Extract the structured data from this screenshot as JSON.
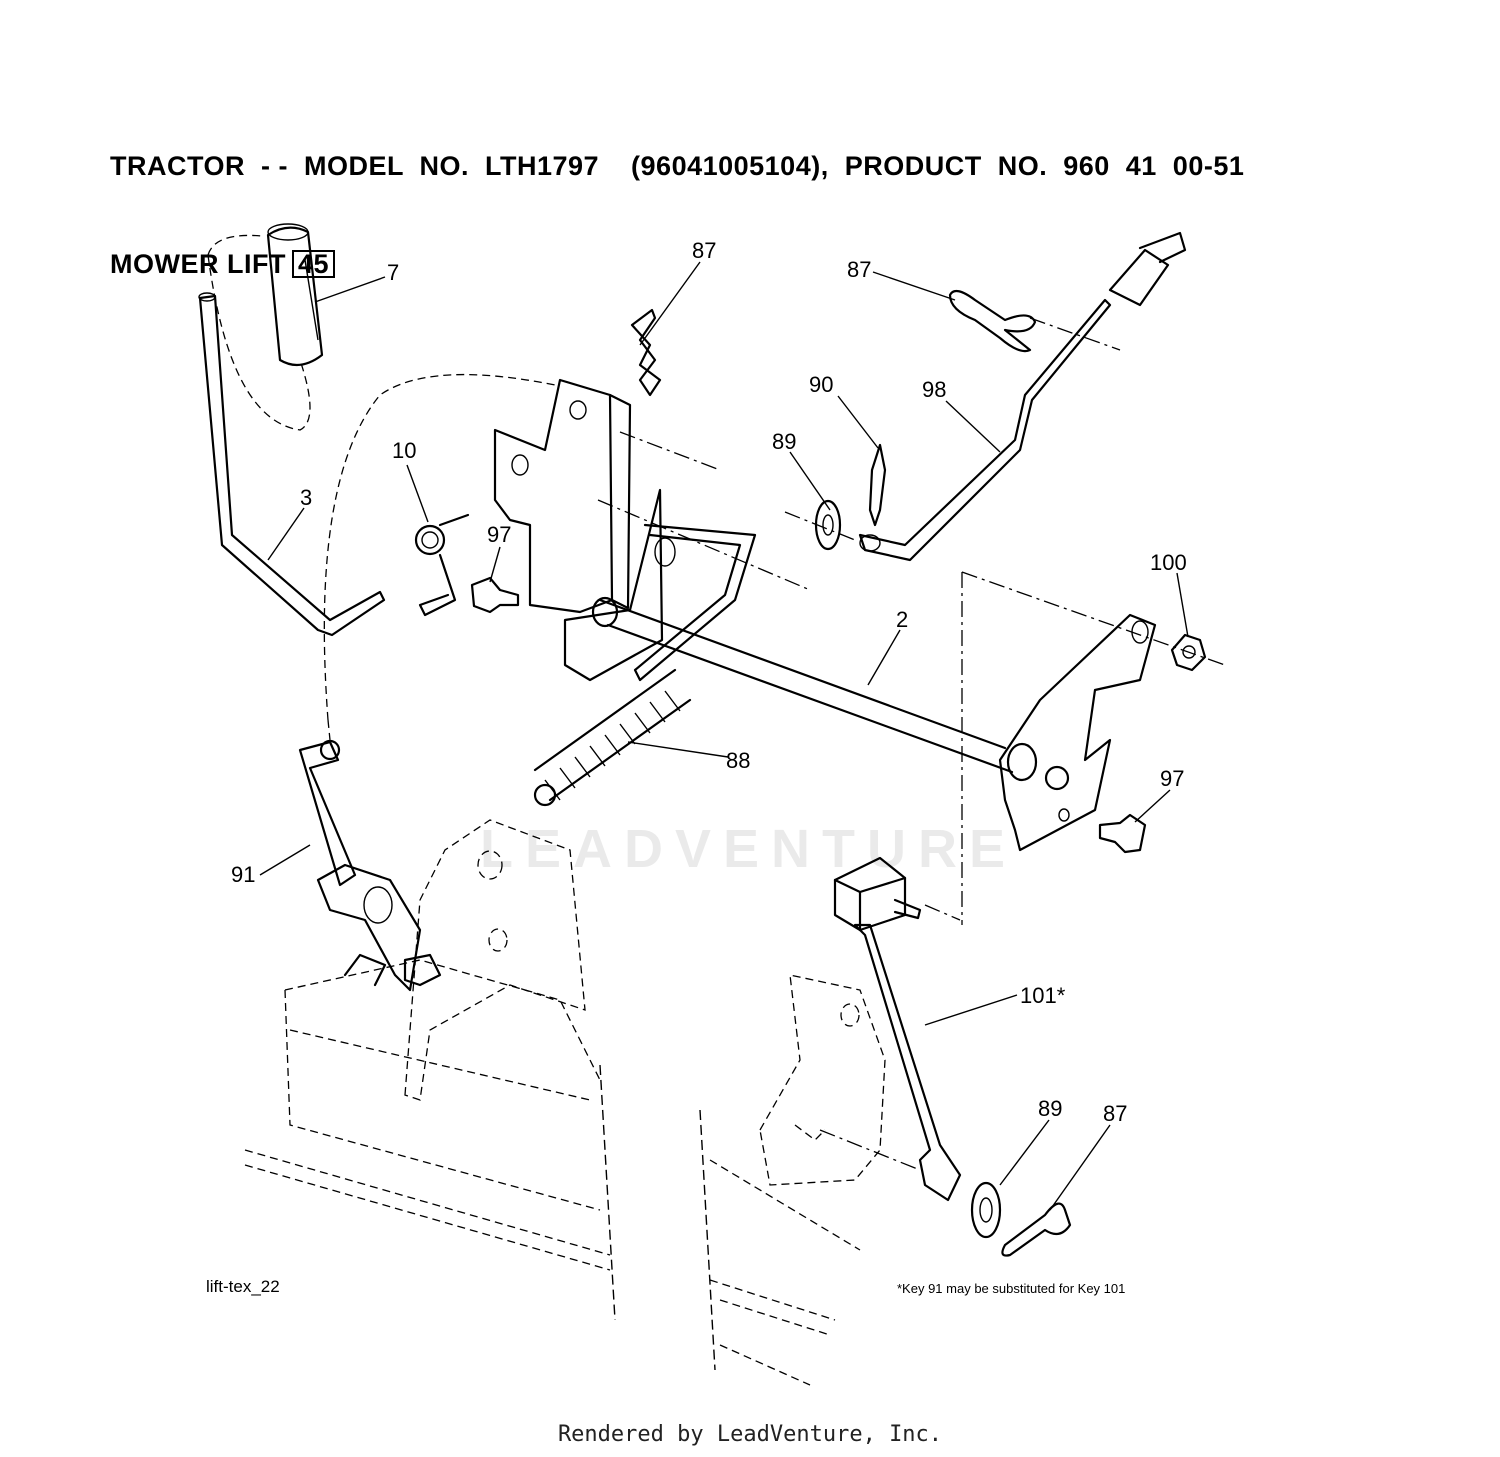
{
  "header": {
    "line1": "TRACTOR  - -  MODEL  NO.  LTH1797    (96041005104),  PRODUCT  NO.  960  41  00-51",
    "line2_text": "MOWER LIFT",
    "page_number": "45"
  },
  "callouts": [
    {
      "id": "c7",
      "label": "7"
    },
    {
      "id": "c87a",
      "label": "87"
    },
    {
      "id": "c87b",
      "label": "87"
    },
    {
      "id": "c90",
      "label": "90"
    },
    {
      "id": "c98",
      "label": "98"
    },
    {
      "id": "c89a",
      "label": "89"
    },
    {
      "id": "c10",
      "label": "10"
    },
    {
      "id": "c3",
      "label": "3"
    },
    {
      "id": "c97a",
      "label": "97"
    },
    {
      "id": "c100",
      "label": "100"
    },
    {
      "id": "c2",
      "label": "2"
    },
    {
      "id": "c88",
      "label": "88"
    },
    {
      "id": "c97b",
      "label": "97"
    },
    {
      "id": "c91",
      "label": "91"
    },
    {
      "id": "c101",
      "label": "101*"
    },
    {
      "id": "c89b",
      "label": "89"
    },
    {
      "id": "c87c",
      "label": "87"
    }
  ],
  "diagram_code": "lift-tex_22",
  "footnote": "*Key 91 may be substituted for Key 101",
  "watermark": "LEADVENTURE",
  "rendered_by": "Rendered by LeadVenture, Inc."
}
